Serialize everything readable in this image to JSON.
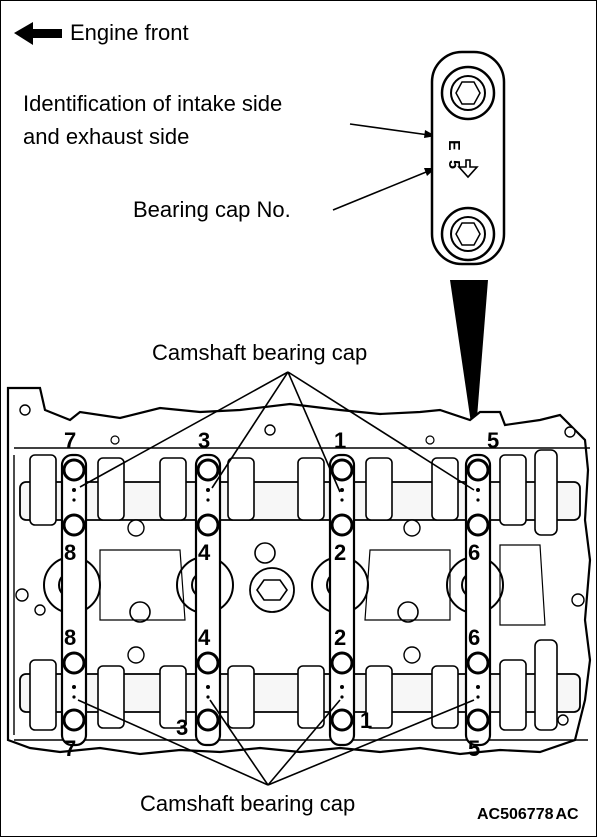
{
  "labels": {
    "engine_front": "Engine front",
    "id_line1": "Identification of intake side",
    "id_line2": "and exhaust side",
    "bearing_cap_no": "Bearing cap No.",
    "camshaft_top": "Camshaft bearing cap",
    "camshaft_bottom": "Camshaft bearing cap",
    "figure_code": "AC506778",
    "figure_suffix": "AC"
  },
  "detail_cap": {
    "side_letter": "E",
    "number": "5"
  },
  "cap_numbers": {
    "top_row": [
      "7",
      "3",
      "1",
      "5"
    ],
    "upper_middle": [
      "8",
      "4",
      "2",
      "6"
    ],
    "lower_middle": [
      "8",
      "4",
      "2",
      "6"
    ],
    "bottom_row": [
      "7",
      "3",
      "1",
      "5"
    ]
  },
  "colors": {
    "ink": "#000000",
    "paper": "#ffffff",
    "metal": "#f2f2f2"
  }
}
